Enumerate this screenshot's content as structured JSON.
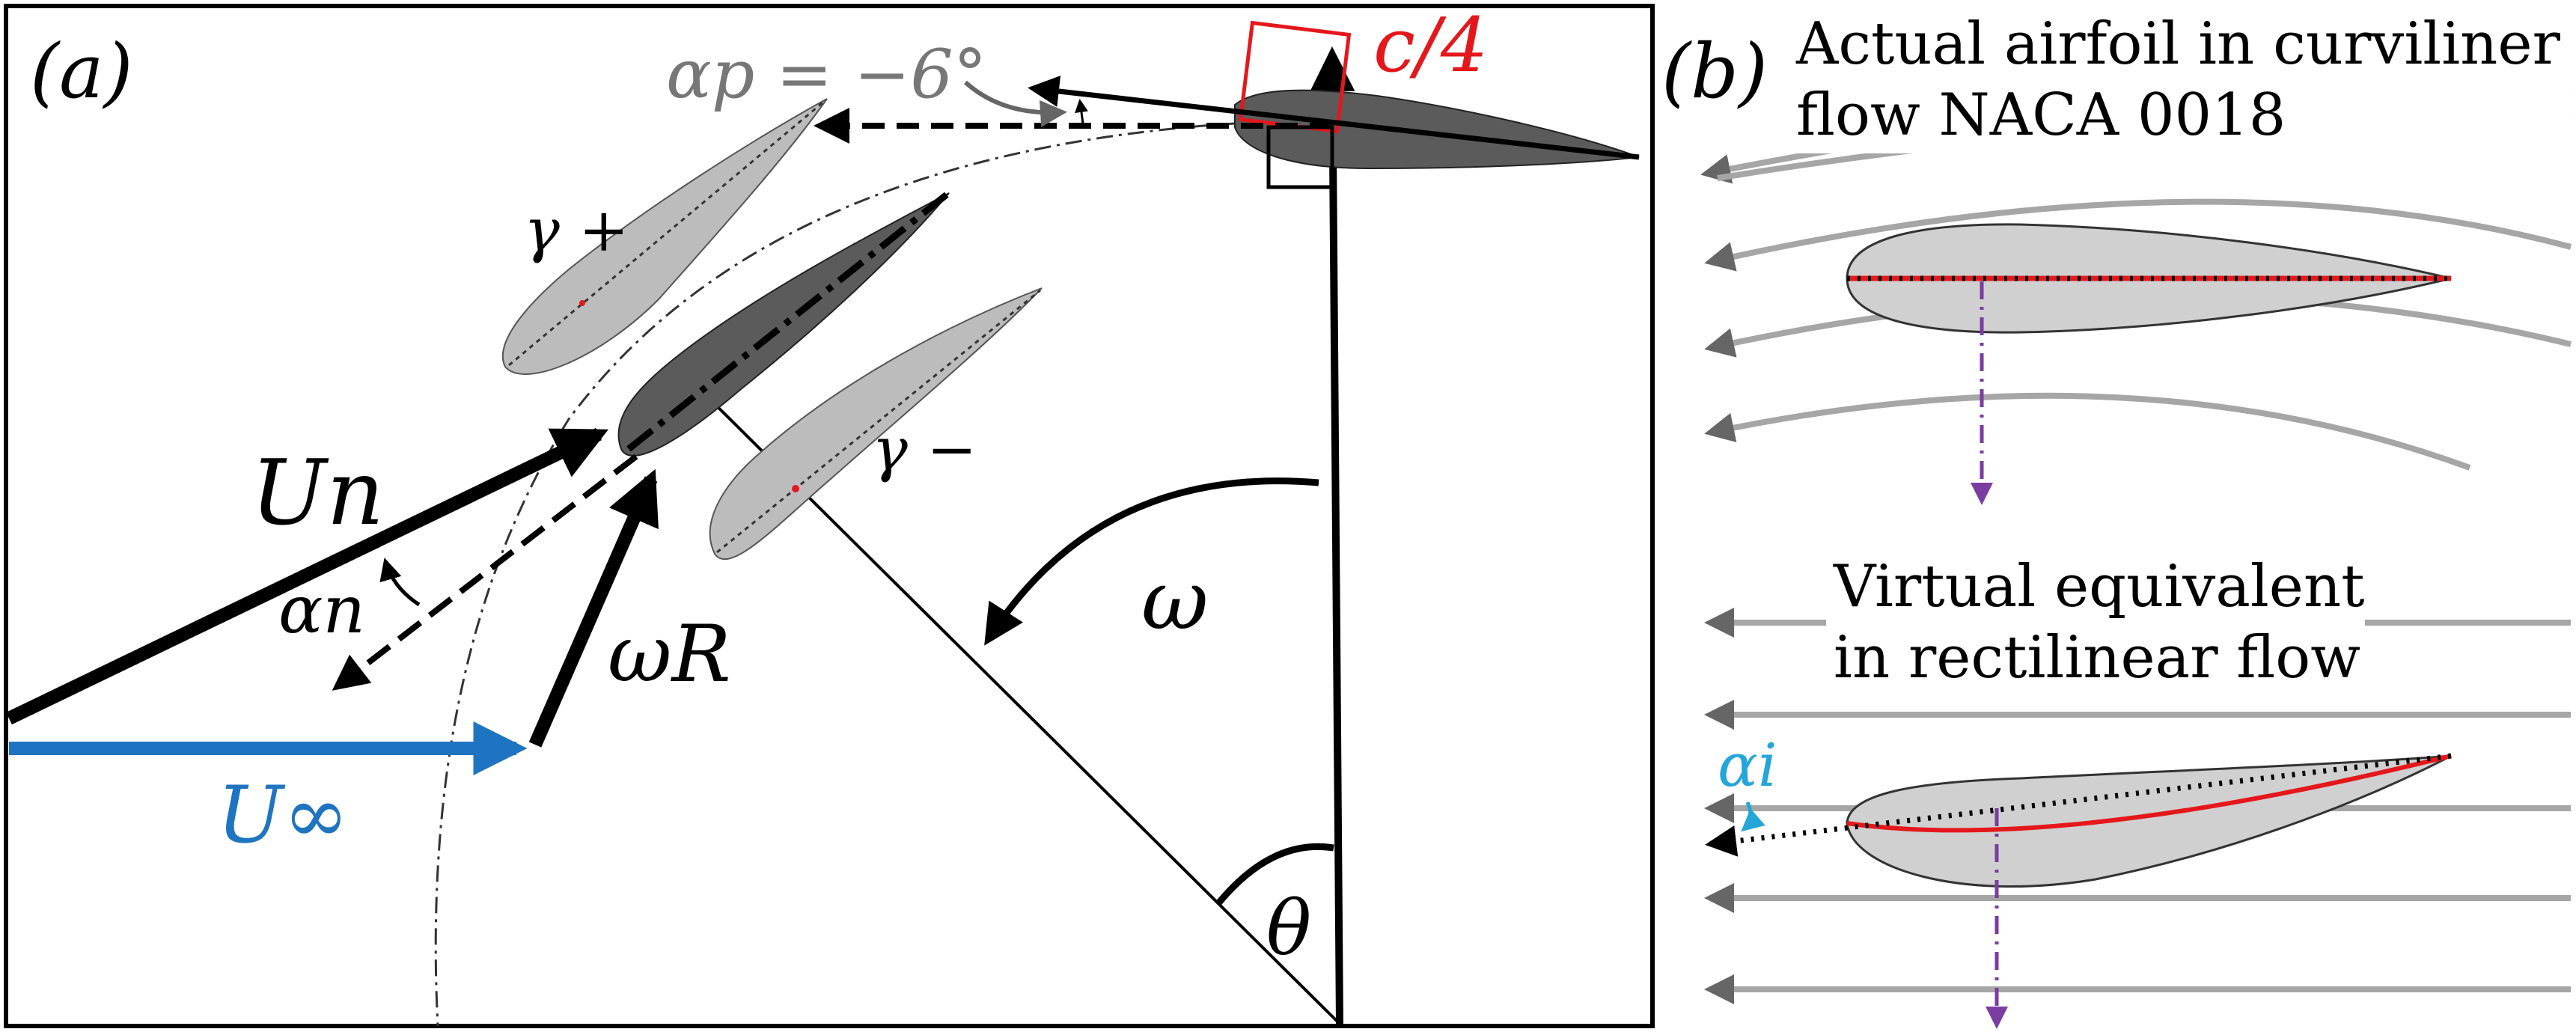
{
  "panel_a": {
    "label": "(a)",
    "alpha_p_label": "αp = −6°",
    "quarter_chord_label": "c/4",
    "gamma_plus_label": "γ +",
    "gamma_minus_label": "γ −",
    "u_n_label": "Un",
    "alpha_n_label": "αn",
    "omega_r_label": "ωR",
    "u_inf_label": "U∞",
    "omega_label": "ω",
    "theta_label": "θ"
  },
  "panel_b": {
    "label": "(b)",
    "top_title_line1": "Actual airfoil in curviliner",
    "top_title_line2": "flow NACA 0018",
    "bottom_title_line1": "Virtual equivalent",
    "bottom_title_line2": "in rectilinear flow",
    "alpha_i_label": "αi"
  },
  "colors": {
    "blue": "#1f74c2",
    "red": "#e4181c",
    "purple": "#7a3da0",
    "dark_airfoil": "#5b5b5b",
    "light_airfoil": "#bcbcbc",
    "gray_arrow": "#666666",
    "streamline": "#a6a6a6",
    "cyan": "#24a6d9"
  }
}
